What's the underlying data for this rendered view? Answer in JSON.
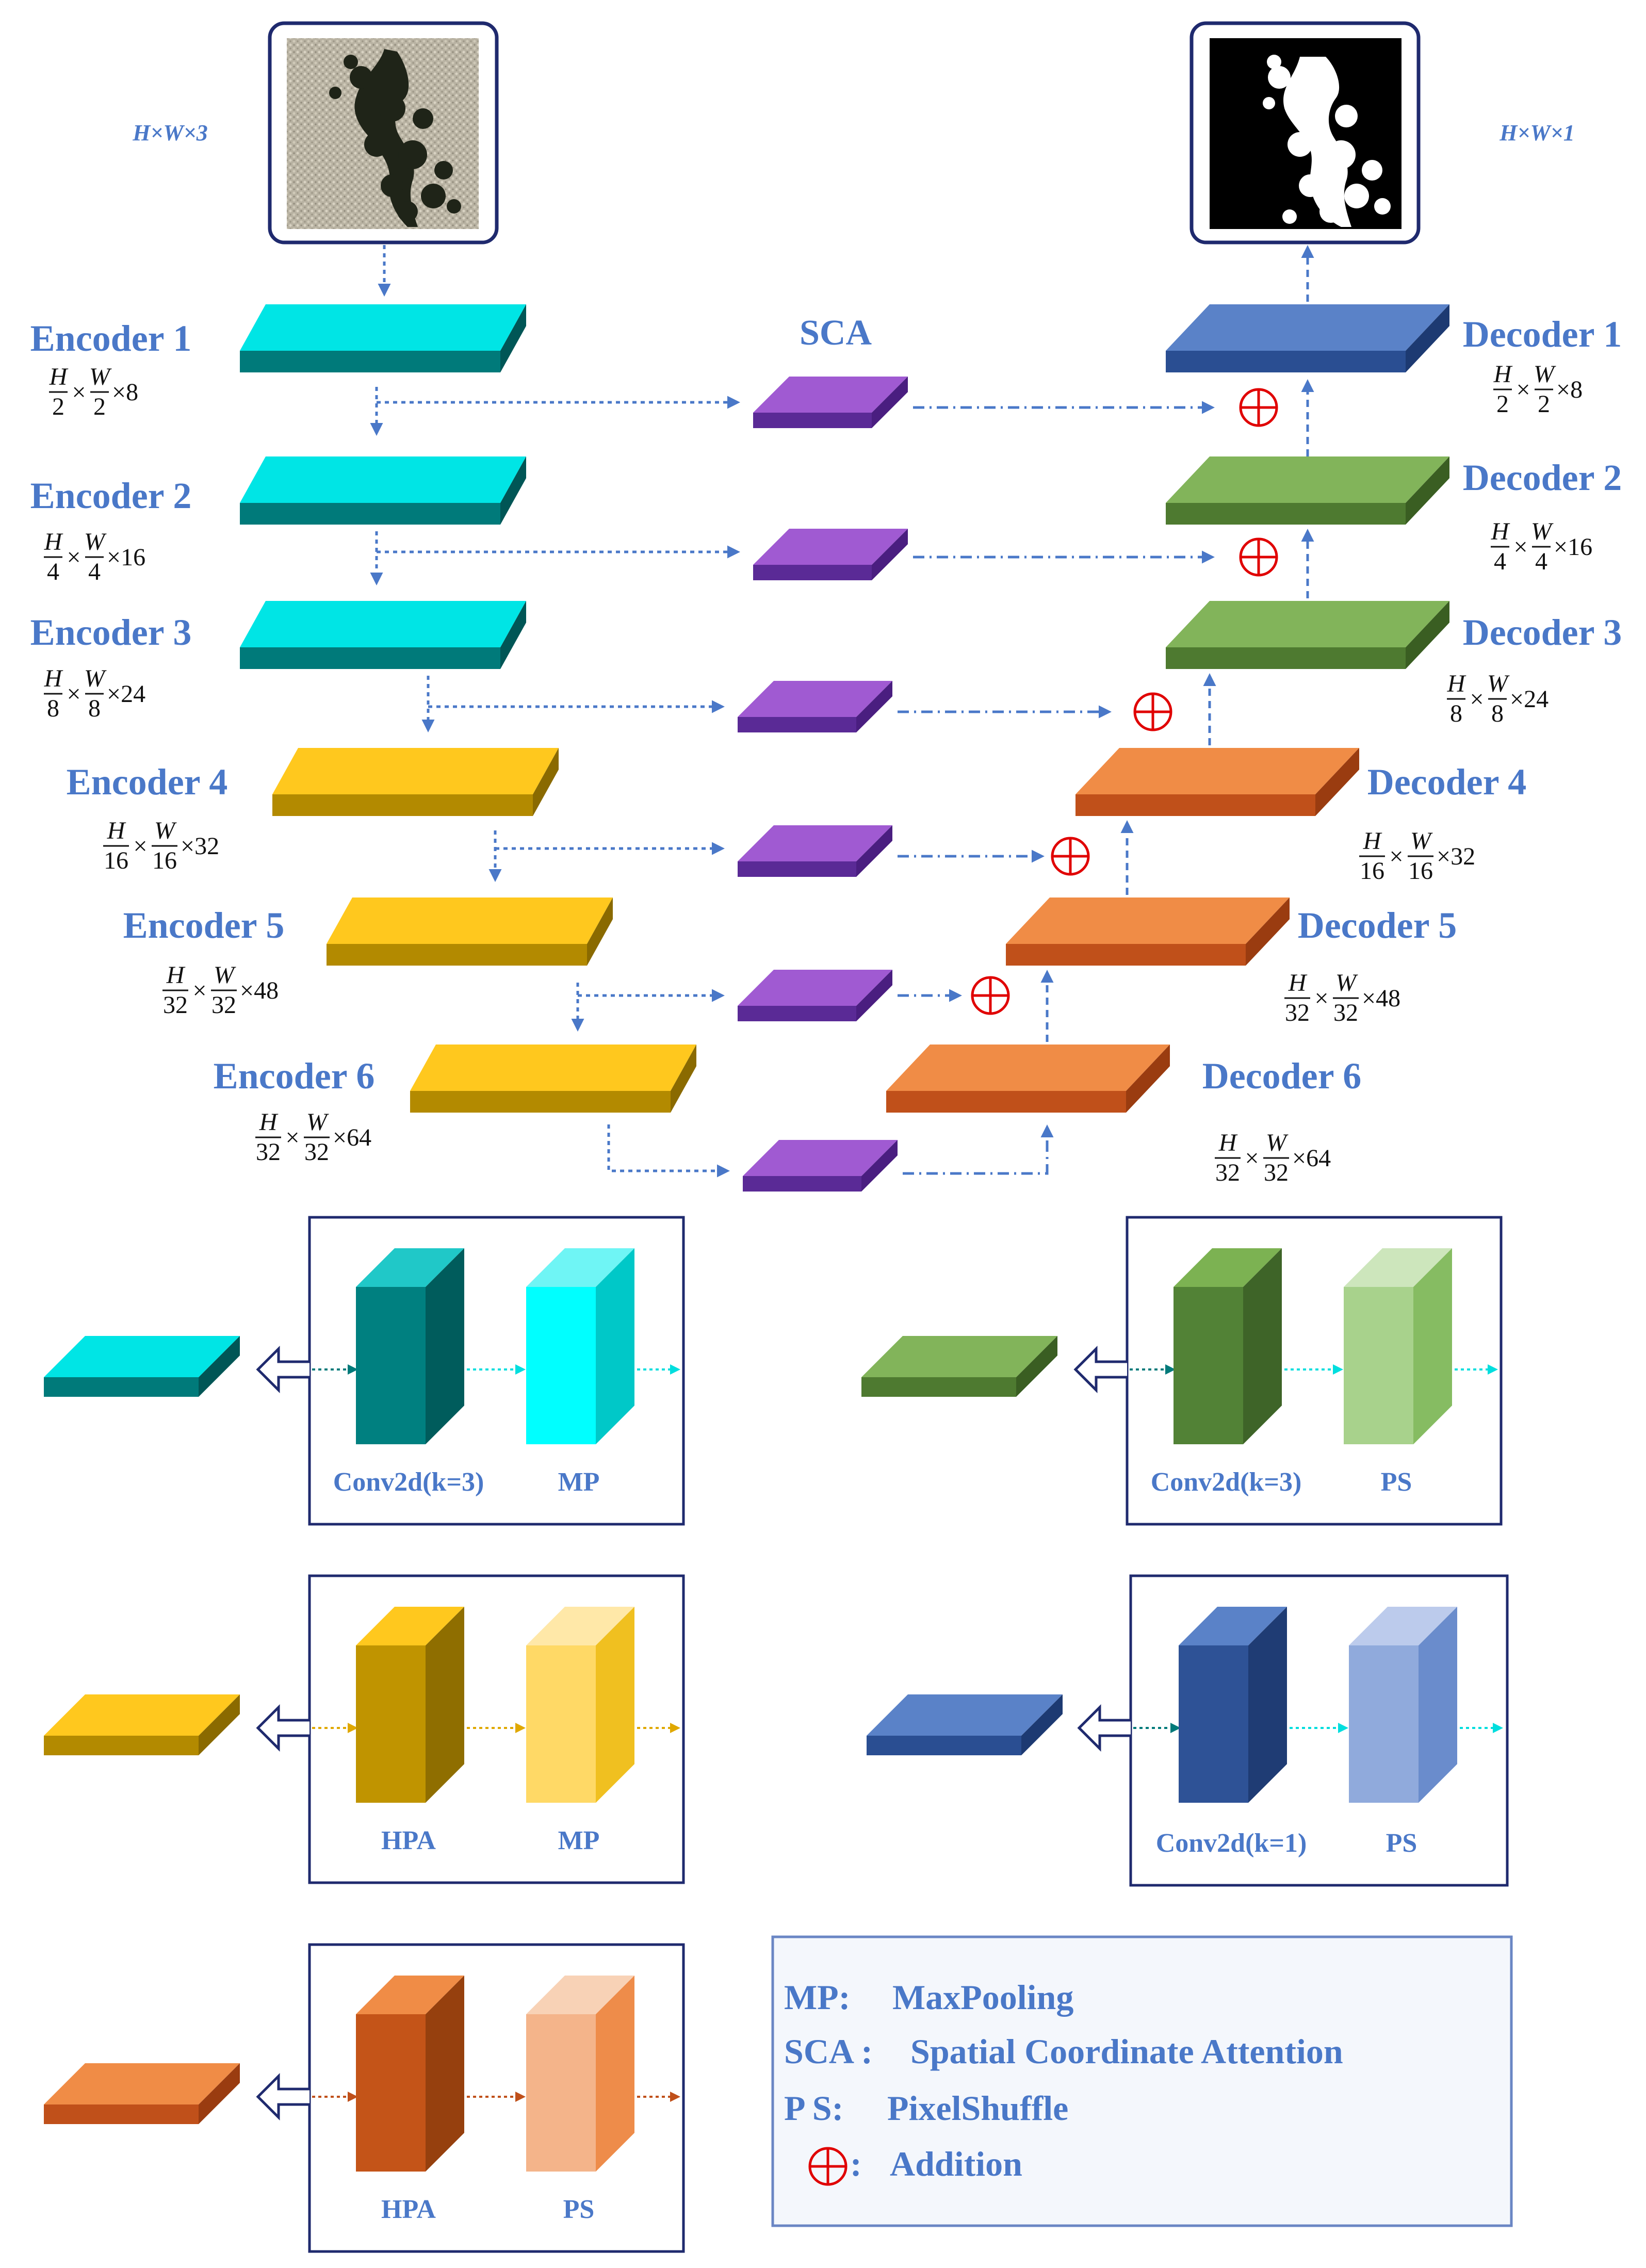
{
  "input": {
    "dim_label": "H×W×3"
  },
  "output": {
    "dim_label": "H×W×1"
  },
  "sca_title": "SCA",
  "encoders": [
    {
      "name": "Encoder 1",
      "h_den": "2",
      "w_den": "2",
      "ch": "8"
    },
    {
      "name": "Encoder 2",
      "h_den": "4",
      "w_den": "4",
      "ch": "16"
    },
    {
      "name": "Encoder 3",
      "h_den": "8",
      "w_den": "8",
      "ch": "24"
    },
    {
      "name": "Encoder 4",
      "h_den": "16",
      "w_den": "16",
      "ch": "32"
    },
    {
      "name": "Encoder 5",
      "h_den": "32",
      "w_den": "32",
      "ch": "48"
    },
    {
      "name": "Encoder 6",
      "h_den": "32",
      "w_den": "32",
      "ch": "64"
    }
  ],
  "decoders": [
    {
      "name": "Decoder 1",
      "h_den": "2",
      "w_den": "2",
      "ch": "8"
    },
    {
      "name": "Decoder 2",
      "h_den": "4",
      "w_den": "4",
      "ch": "16"
    },
    {
      "name": "Decoder 3",
      "h_den": "8",
      "w_den": "8",
      "ch": "24"
    },
    {
      "name": "Decoder 4",
      "h_den": "16",
      "w_den": "16",
      "ch": "32"
    },
    {
      "name": "Decoder 5",
      "h_den": "32",
      "w_den": "32",
      "ch": "48"
    },
    {
      "name": "Decoder 6",
      "h_den": "32",
      "w_den": "32",
      "ch": "64"
    }
  ],
  "fraction_letters": {
    "h": "H",
    "w": "W",
    "times": "×"
  },
  "detail_panels": [
    {
      "id": "cyan-encoder",
      "label_a": "Conv2d(k=3)",
      "label_b": "MP"
    },
    {
      "id": "green-decoder",
      "label_a": "Conv2d(k=3)",
      "label_b": "PS"
    },
    {
      "id": "yellow-encoder",
      "label_a": "HPA",
      "label_b": "MP"
    },
    {
      "id": "blue-decoder",
      "label_a": "Conv2d(k=1)",
      "label_b": "PS"
    },
    {
      "id": "orange-decoder",
      "label_a": "HPA",
      "label_b": "PS"
    }
  ],
  "legend": [
    {
      "key": "MP:",
      "value": "MaxPooling"
    },
    {
      "key": "SCA :",
      "value": "Spatial Coordinate Attention"
    },
    {
      "key": "P S:",
      "value": "PixelShuffle"
    },
    {
      "key": ":",
      "value": "Addition"
    }
  ],
  "colors": {
    "cyan": "#00e5e5",
    "cyan_dark": "#007a7a",
    "yellow": "#ffc81e",
    "yellow_dark": "#b38a00",
    "orange": "#f08c46",
    "orange_dark": "#c0501a",
    "green": "#82b45a",
    "green_dark": "#4e7a30",
    "blue": "#5a82c8",
    "blue_dark": "#2a4e92",
    "purple": "#a05ad2",
    "purple_dark": "#5a2a96",
    "arrow": "#4a78c8",
    "plus": "#e00000",
    "label": "#4a78c8"
  }
}
